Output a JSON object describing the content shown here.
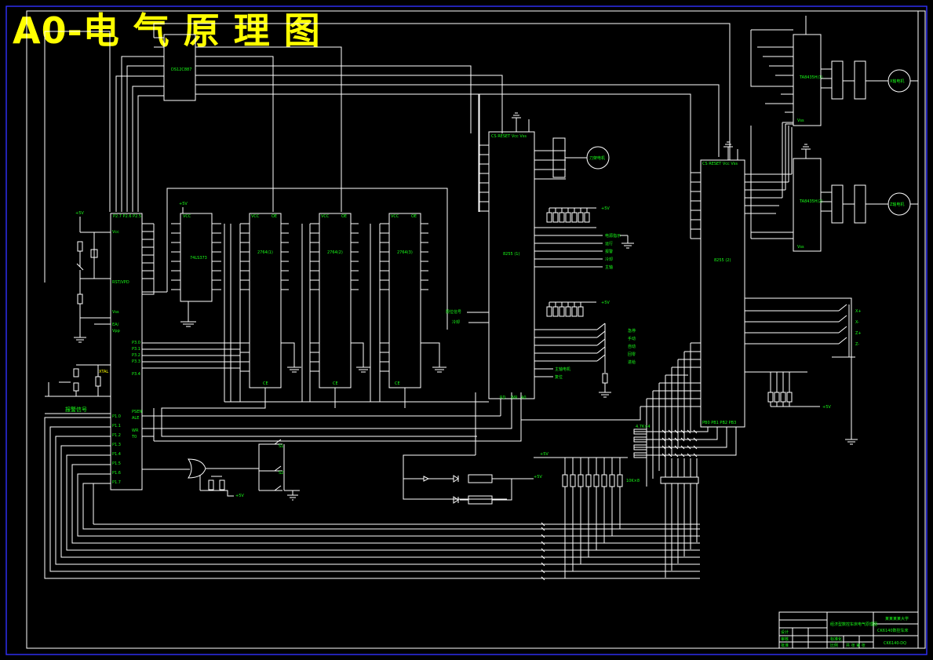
{
  "title": "A0-电 气 原 理 图",
  "chips": {
    "cpu_ports": [
      "P1.0",
      "P1.1",
      "P1.2",
      "P1.3",
      "P1.4",
      "P1.5",
      "P1.6",
      "P1.7"
    ],
    "latch": "74LS373",
    "eprom1": "2764(1)",
    "eprom2": "2764(2)",
    "eprom3": "2764(3)",
    "ppi1": "8255 (1)",
    "ppi2": "8255 (2)",
    "driver_top": "TA8435H(1)",
    "driver_bottom": "TA8435H(2)",
    "rtc": "DS12C887"
  },
  "motors": {
    "tool": "刀架电机",
    "spindle_top": "X轴电机",
    "spindle_bottom": "Z轴电机"
  },
  "signals": {
    "vcc": "+5V",
    "reset": "复位",
    "irq": "报警信号",
    "limit_in": "限位信号",
    "spindle_out": "主轴电机",
    "coolant": "冷却"
  },
  "panel_labels": [
    "急停",
    "手动",
    "自动",
    "回零",
    "进给"
  ],
  "indicator_labels": [
    "电源指示",
    "运行",
    "报警",
    "冷却",
    "主轴"
  ],
  "right_labels": [
    "X+",
    "X-",
    "Z+",
    "Z-"
  ],
  "titleblock": {
    "school": "某某某某大学",
    "drawing": "CK6140数控车床",
    "name": "经济型数控车床电气原理图",
    "number": "CK6140-DQ",
    "row1": "设计",
    "row2": "审核",
    "row3": "批准",
    "row4": "标准化",
    "row5": "比例",
    "row6": "共 张 第 张"
  },
  "colors": {
    "background": "#000000",
    "wire": "#ffffff",
    "label": "#19ff19",
    "title": "#ffff00",
    "frame": "#3030ff"
  }
}
